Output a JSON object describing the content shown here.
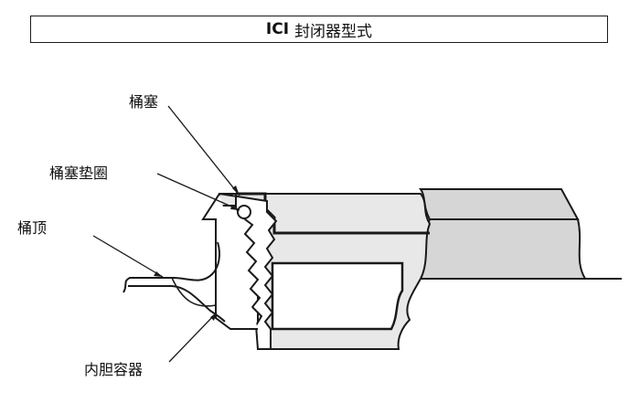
{
  "title": {
    "prefix": "ICI",
    "text": "封闭器型式"
  },
  "labels": {
    "plug": "桶塞",
    "plug_gasket": "桶塞垫圈",
    "drum_top": "桶顶",
    "inner_container": "内胆容器"
  },
  "colors": {
    "outline": "#1a1a1a",
    "fill_light": "#e6e6e6",
    "fill_mid": "#d4d4d4",
    "fill_white": "#ffffff"
  }
}
